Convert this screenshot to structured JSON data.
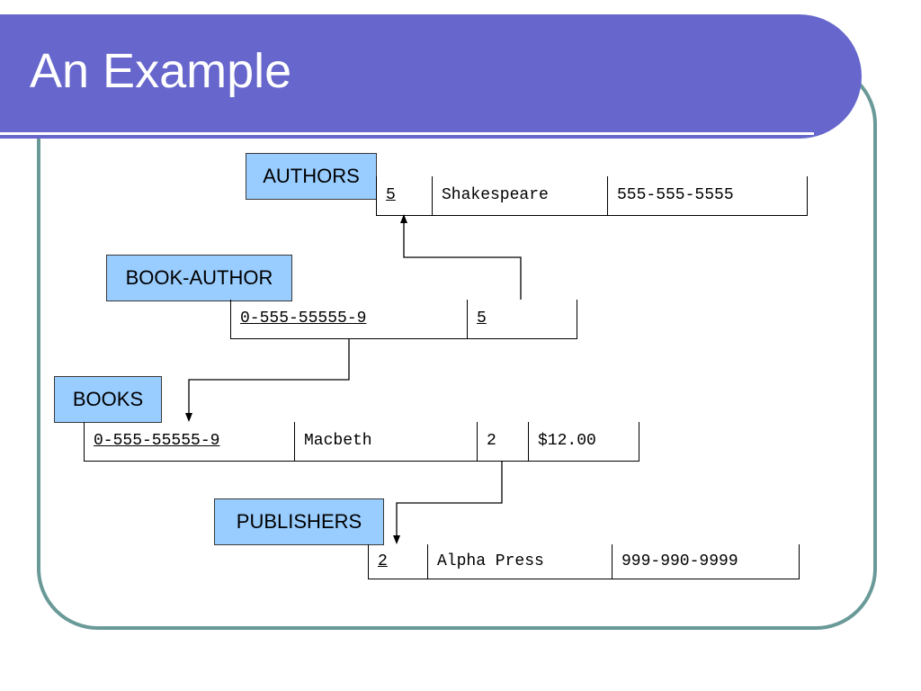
{
  "title": "An Example",
  "colors": {
    "title_bar": "#6666cc",
    "frame_border": "#6a9a98",
    "label_fill": "#99ccff"
  },
  "tables": {
    "authors": {
      "name": "AUTHORS",
      "cells": [
        "5",
        "Shakespeare",
        "555-555-5555"
      ]
    },
    "book_author": {
      "name": "BOOK-AUTHOR",
      "cells": [
        "0-555-55555-9",
        "5"
      ]
    },
    "books": {
      "name": "BOOKS",
      "cells": [
        "0-555-55555-9",
        "Macbeth",
        "2",
        "$12.00"
      ]
    },
    "publishers": {
      "name": "PUBLISHERS",
      "cells": [
        "2",
        "Alpha Press",
        "999-990-9999"
      ]
    }
  }
}
